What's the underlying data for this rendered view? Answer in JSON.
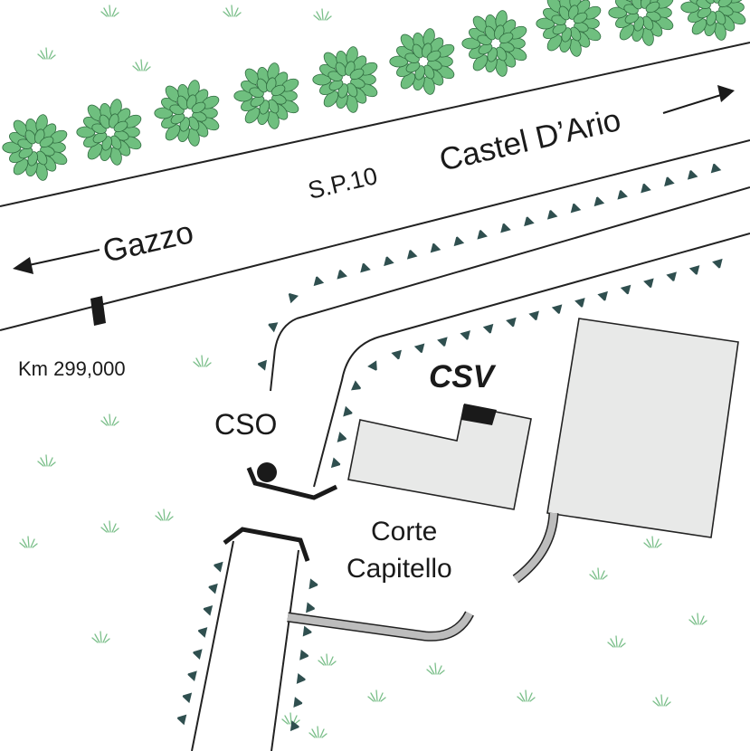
{
  "labels": {
    "road_name": "S.P.10",
    "direction_east": "Castel D’Ario",
    "direction_west": "Gazzo",
    "kilometer_marker": "Km 299,000",
    "cso_label": "CSO",
    "csv_label": "CSV",
    "site_name_line1": "Corte",
    "site_name_line2": "Capitello"
  },
  "colors": {
    "road_lines": "#222222",
    "tree_green": "#6fbf7f",
    "tree_outline": "#2f6b3f",
    "grass_green": "#7bbf8a",
    "embankment_ticks": "#2f4f4f",
    "building_fill": "#e8e9e8",
    "pipe_fill": "#bdbdbd"
  },
  "icons": [
    "tree-icon",
    "grass-tuft-icon",
    "arrow-left-icon",
    "arrow-right-icon",
    "km-marker-icon",
    "cso-well-icon",
    "csv-station-icon"
  ]
}
